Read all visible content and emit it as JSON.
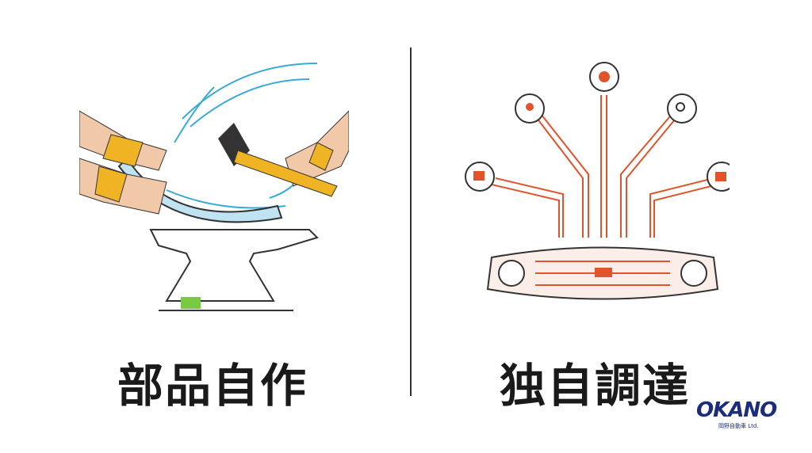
{
  "left": {
    "title": "部品自作"
  },
  "right": {
    "title": "独自調達"
  },
  "logo": {
    "name": "OKANO",
    "subtitle": "岡野自動車 Ltd."
  },
  "colors": {
    "accent": "#e0532b",
    "blue": "#3aaad6",
    "yellow": "#f0b323",
    "navy": "#1b2d7a"
  }
}
